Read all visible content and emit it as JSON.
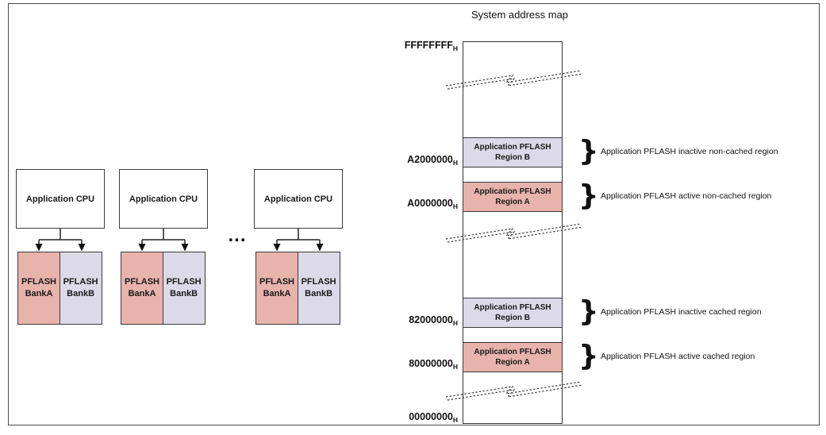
{
  "title": "System address map",
  "ellipsis": "...",
  "colors": {
    "bank_a_fill": "#e7b3ab",
    "bank_b_fill": "#dcd9e8",
    "box_border": "#3c3c3c",
    "text": "#1a1a1a"
  },
  "cpu_groups": [
    {
      "cpu_label": "Application CPU",
      "bank_a_line1": "PFLASH",
      "bank_a_line2": "BankA",
      "bank_b_line1": "PFLASH",
      "bank_b_line2": "BankB"
    },
    {
      "cpu_label": "Application CPU",
      "bank_a_line1": "PFLASH",
      "bank_a_line2": "BankA",
      "bank_b_line1": "PFLASH",
      "bank_b_line2": "BankB"
    },
    {
      "cpu_label": "Application CPU",
      "bank_a_line1": "PFLASH",
      "bank_a_line2": "BankA",
      "bank_b_line1": "PFLASH",
      "bank_b_line2": "BankB"
    }
  ],
  "address_map": {
    "addresses": [
      {
        "hex": "FFFFFFFF",
        "sub": "H"
      },
      {
        "hex": "A2000000",
        "sub": "H"
      },
      {
        "hex": "A0000000",
        "sub": "H"
      },
      {
        "hex": "82000000",
        "sub": "H"
      },
      {
        "hex": "80000000",
        "sub": "H"
      },
      {
        "hex": "00000000",
        "sub": "H"
      }
    ],
    "regions": [
      {
        "line1": "Application PFLASH",
        "line2": "Region B",
        "fill": "#dcd9e8"
      },
      {
        "line1": "Application PFLASH",
        "line2": "Region A",
        "fill": "#e7b3ab"
      },
      {
        "line1": "Application PFLASH",
        "line2": "Region B",
        "fill": "#dcd9e8"
      },
      {
        "line1": "Application PFLASH",
        "line2": "Region A",
        "fill": "#e7b3ab"
      }
    ],
    "brace": "}",
    "annotations": [
      "Application PFLASH inactive non-cached region",
      "Application PFLASH active non-cached region",
      "Application PFLASH inactive cached region",
      "Application PFLASH active cached region"
    ]
  }
}
